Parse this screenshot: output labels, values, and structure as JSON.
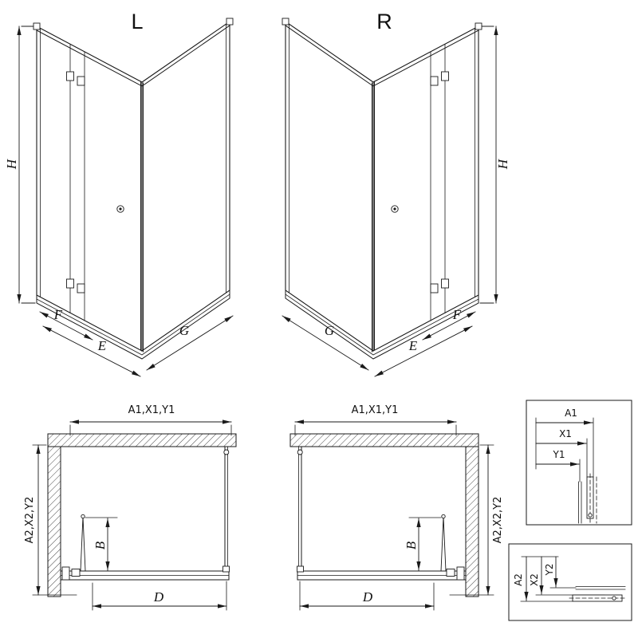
{
  "diagram": {
    "iso_left": {
      "title": "L",
      "dim_height": "H",
      "dim_front": "F",
      "dim_entry": "E",
      "dim_side": "G"
    },
    "iso_right": {
      "title": "R",
      "dim_height": "H",
      "dim_front": "F",
      "dim_entry": "E",
      "dim_side": "G"
    },
    "plan_left": {
      "dim_width": "A1,X1,Y1",
      "dim_depth": "A2,X2,Y2",
      "dim_door": "B",
      "dim_opening": "D"
    },
    "plan_right": {
      "dim_width": "A1,X1,Y1",
      "dim_depth": "A2,X2,Y2",
      "dim_door": "B",
      "dim_opening": "D"
    },
    "detail_width": {
      "dim_a": "A1",
      "dim_x": "X1",
      "dim_y": "Y1"
    },
    "detail_depth": {
      "dim_a": "A2",
      "dim_x": "X2",
      "dim_y": "Y2"
    }
  },
  "colors": {
    "line": "#1a1a1a",
    "background": "#ffffff"
  }
}
